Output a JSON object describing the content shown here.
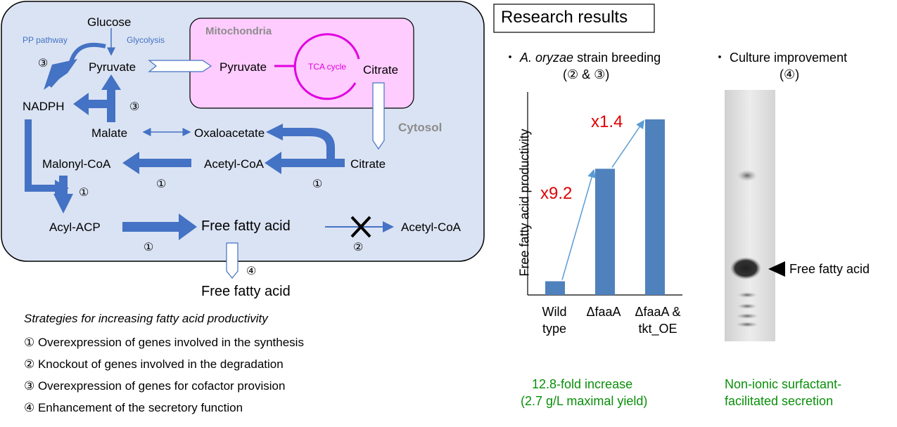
{
  "pathway": {
    "mito_title": "Mitochondria",
    "cytosol": "Cytosol",
    "tca": "TCA cycle",
    "glucose": "Glucose",
    "pp_pathway": "PP pathway",
    "glycolysis": "Glycolysis",
    "pyruvate_cyto": "Pyruvate",
    "pyruvate_mito": "Pyruvate",
    "citrate_mito": "Citrate",
    "nadph": "NADPH",
    "malate": "Malate",
    "oxaloacetate": "Oxaloacetate",
    "malonyl": "Malonyl-CoA",
    "acetyl": "Acetyl-CoA",
    "citrate_cyto": "Citrate",
    "acyl_acp": "Acyl-ACP",
    "ffa": "Free fatty acid",
    "acetyl_out": "Acetyl-CoA",
    "ffa_secreted": "Free fatty acid",
    "marks": {
      "m3_a": "③",
      "m3_b": "③",
      "m1_a": "①",
      "m1_b": "①",
      "m1_c": "①",
      "m1_d": "①",
      "m2": "②",
      "m4": "④"
    }
  },
  "strategies": {
    "title": "Strategies for increasing fatty acid productivity",
    "items": [
      "① Overexpression of genes involved in the synthesis",
      "② Knockout of genes involved in the degradation",
      "③ Overexpression of genes for cofactor provision",
      "④ Enhancement of the secretory function"
    ]
  },
  "results": {
    "title": "Research results",
    "strain_bullet": "・",
    "strain_italic": "A. oryzae",
    "strain_rest": " strain breeding",
    "strain_refs": "(② & ③)",
    "culture_bullet": "・",
    "culture": "Culture improvement",
    "culture_ref": "(④)",
    "tlc_label": "Free fatty acid",
    "summary1_line1": "12.8-fold increase",
    "summary1_line2": "(2.7 g/L maximal yield)",
    "summary2_line1": "Non-ionic surfactant-",
    "summary2_line2": "facilitated secretion",
    "colors": {
      "bar": "#4f81bd",
      "fold": "#e00000",
      "green": "#0a8f0a"
    }
  },
  "chart_data": {
    "type": "bar",
    "ylabel": "Free fatty acid productivity",
    "categories": [
      "Wild type",
      "ΔfaaA",
      "ΔfaaA & tkt_OE"
    ],
    "category_lines": [
      [
        "Wild",
        "type"
      ],
      [
        "ΔfaaA"
      ],
      [
        "ΔfaaA &",
        "tkt_OE"
      ]
    ],
    "values": [
      1,
      9.2,
      12.8
    ],
    "annotations": [
      "x9.2",
      "x1.4"
    ]
  }
}
